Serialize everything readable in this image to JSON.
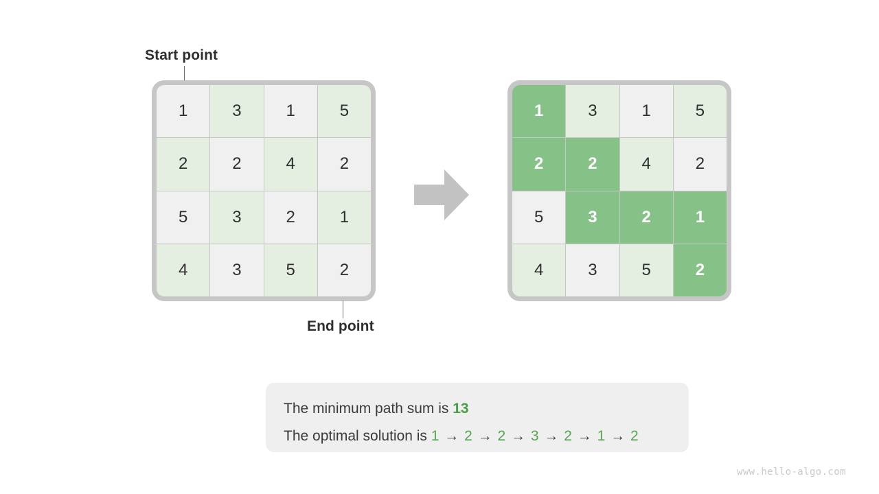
{
  "labels": {
    "start_point": "Start point",
    "end_point": "End point"
  },
  "colors": {
    "cell_gray": "#f0f0f0",
    "cell_green": "#e4efe2",
    "highlight_green": "#86c187",
    "frame_gray": "#c6c6c6",
    "accent_green": "#4a9e48",
    "path_green": "#58a453",
    "text_dark": "#2f2f2f",
    "info_bg": "#efefef",
    "arrow_gray": "#c2c2c2"
  },
  "icons": {
    "flow_arrow": "right-block-arrow-icon"
  },
  "grid_left": {
    "title": "input-grid",
    "rows": [
      [
        "1",
        "3",
        "1",
        "5"
      ],
      [
        "2",
        "2",
        "4",
        "2"
      ],
      [
        "5",
        "3",
        "2",
        "1"
      ],
      [
        "4",
        "3",
        "5",
        "2"
      ]
    ],
    "highlighted": [
      [
        false,
        false,
        false,
        false
      ],
      [
        false,
        false,
        false,
        false
      ],
      [
        false,
        false,
        false,
        false
      ],
      [
        false,
        false,
        false,
        false
      ]
    ]
  },
  "grid_right": {
    "title": "solution-grid",
    "rows": [
      [
        "1",
        "3",
        "1",
        "5"
      ],
      [
        "2",
        "2",
        "4",
        "2"
      ],
      [
        "5",
        "3",
        "2",
        "1"
      ],
      [
        "4",
        "3",
        "5",
        "2"
      ]
    ],
    "highlighted": [
      [
        true,
        false,
        false,
        false
      ],
      [
        true,
        true,
        false,
        false
      ],
      [
        false,
        true,
        true,
        true
      ],
      [
        false,
        false,
        false,
        true
      ]
    ]
  },
  "info": {
    "line1_prefix": "The minimum path sum is ",
    "min_path_sum": "13",
    "line2_prefix": "The optimal solution is ",
    "path": [
      "1",
      "2",
      "2",
      "3",
      "2",
      "1",
      "2"
    ],
    "arrow_glyph": "→"
  },
  "watermark": "www.hello-algo.com"
}
